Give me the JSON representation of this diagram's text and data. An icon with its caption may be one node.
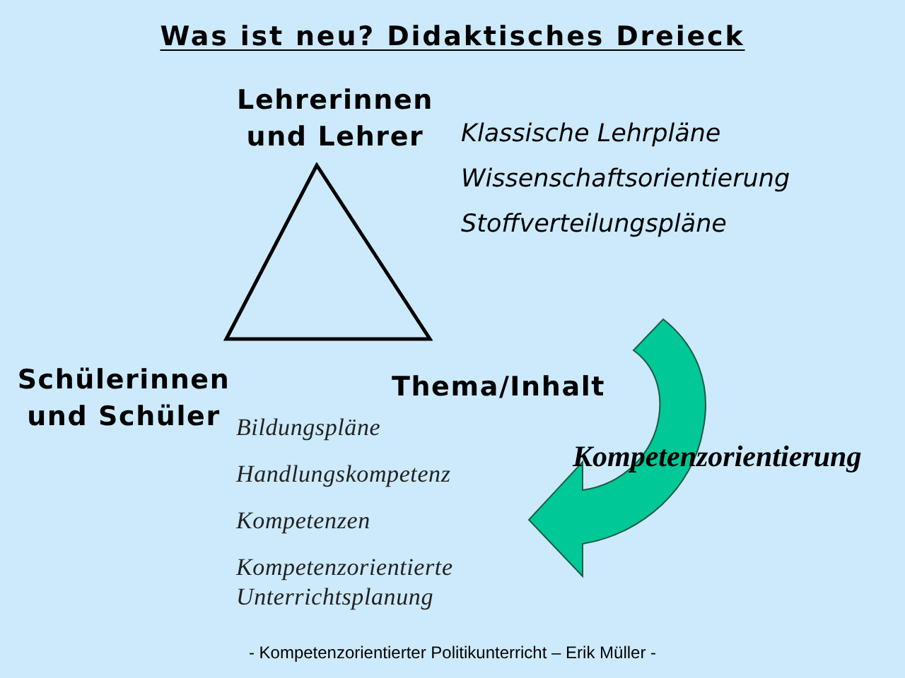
{
  "diagram": {
    "title": "Was ist neu? Didaktisches Dreieck",
    "caption": "- Kompetenzorientierter Politikunterricht – Erik Müller -",
    "nodes": [
      {
        "text": [],
        "shape": "triangle",
        "beside": [
          "Lehrerinnen und Lehrer",
          "Schülerinnen und Schüler",
          "Thema/Inhalt"
        ]
      }
    ],
    "labels": [
      "Klassische Lehrpläne",
      "Wissenschaftsorientierung",
      "Stoffverteilungspläne",
      "Bildungspläne",
      "Handlungskompetenz",
      "Kompetenzen",
      "Kompetenzorientierte Unterrichtsplanung",
      "Kompetenzorientierung"
    ]
  }
}
